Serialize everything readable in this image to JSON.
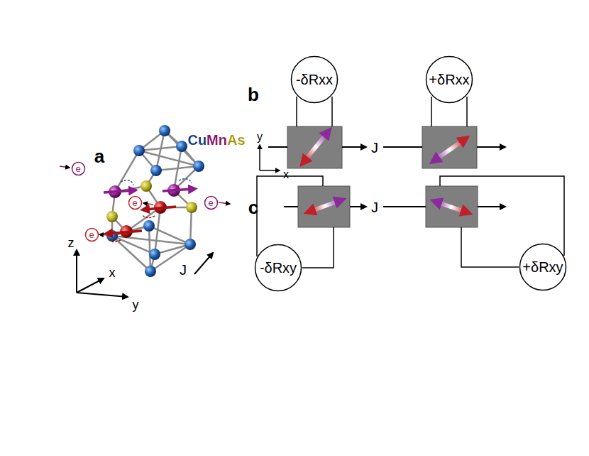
{
  "diagram": {
    "nodes": [
      {
        "text": [
          "e"
        ]
      },
      {
        "text": [
          "e"
        ]
      },
      {
        "text": [
          "e"
        ]
      },
      {
        "text": [
          "e"
        ]
      },
      {
        "text": [
          "-δRxx"
        ]
      },
      {
        "text": [
          "+δRxx"
        ]
      },
      {
        "text": [
          "-δRxy"
        ]
      },
      {
        "text": [
          "+δRxy"
        ]
      }
    ],
    "labels": [
      "a",
      "CuMnAs",
      "z",
      "x",
      "y",
      "J",
      "b",
      "y",
      "x",
      "J",
      "c",
      "J"
    ]
  }
}
